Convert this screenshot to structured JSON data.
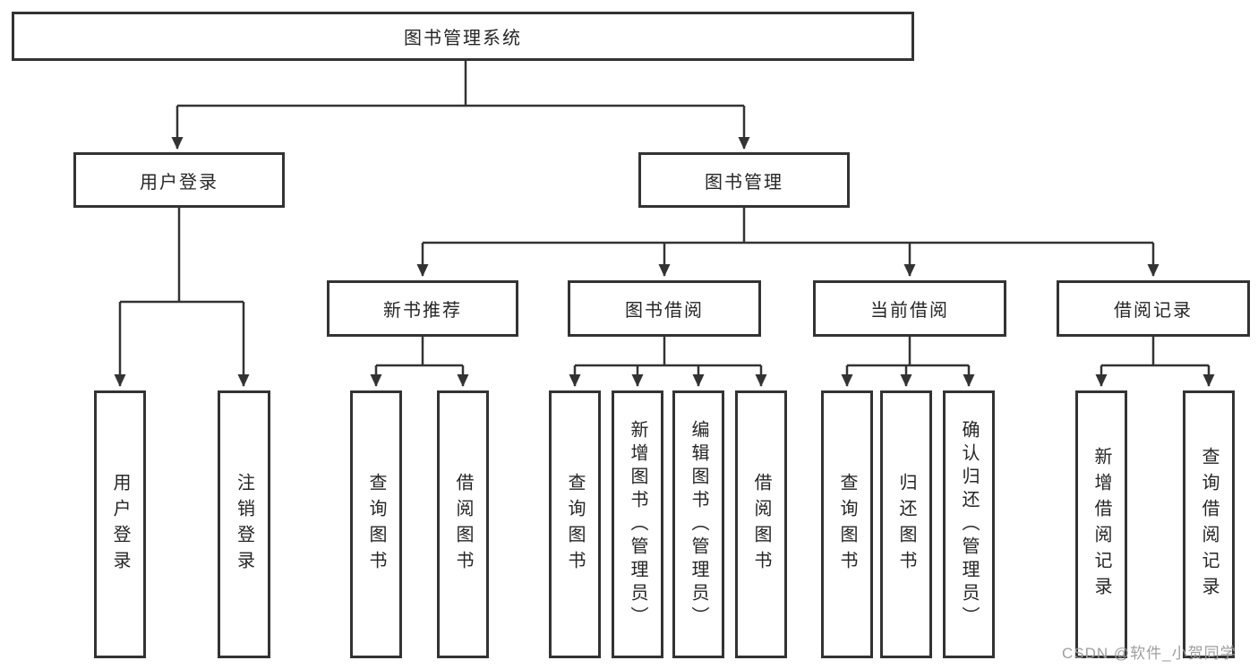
{
  "colors": {
    "line-color": "#333333",
    "box-border-color": "#333333",
    "text-color": "#262626",
    "watermark-color": "#9e9e9e"
  },
  "watermark": "CSDN @软件_小贺同学",
  "tree": {
    "root": {
      "label": "图书管理系统",
      "children": [
        {
          "label": "用户登录",
          "children": [
            {
              "label": "用户登录"
            },
            {
              "label": "注销登录"
            }
          ]
        },
        {
          "label": "图书管理",
          "children": [
            {
              "label": "新书推荐",
              "children": [
                {
                  "label": "查询图书"
                },
                {
                  "label": "借阅图书"
                }
              ]
            },
            {
              "label": "图书借阅",
              "children": [
                {
                  "label": "查询图书"
                },
                {
                  "label": "新增图书（管理员）"
                },
                {
                  "label": "编辑图书（管理员）"
                },
                {
                  "label": "借阅图书"
                }
              ]
            },
            {
              "label": "当前借阅",
              "children": [
                {
                  "label": "查询图书"
                },
                {
                  "label": "归还图书"
                },
                {
                  "label": "确认归还（管理员）"
                }
              ]
            },
            {
              "label": "借阅记录",
              "children": [
                {
                  "label": "新增借阅记录"
                },
                {
                  "label": "查询借阅记录"
                }
              ]
            }
          ]
        }
      ]
    }
  }
}
